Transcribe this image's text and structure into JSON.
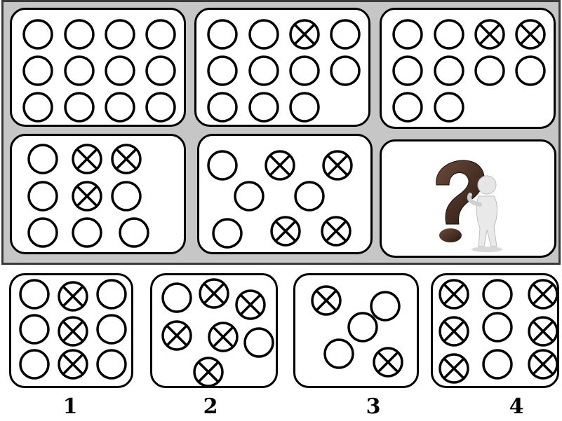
{
  "puzzle": {
    "question_mark_icon": "question-mark-figure-icon",
    "stroke_color": "#000000",
    "panel_background": "#c6c6c6"
  },
  "answers": {
    "options": [
      {
        "number": "1"
      },
      {
        "number": "2"
      },
      {
        "number": "3"
      },
      {
        "number": "4"
      }
    ]
  }
}
